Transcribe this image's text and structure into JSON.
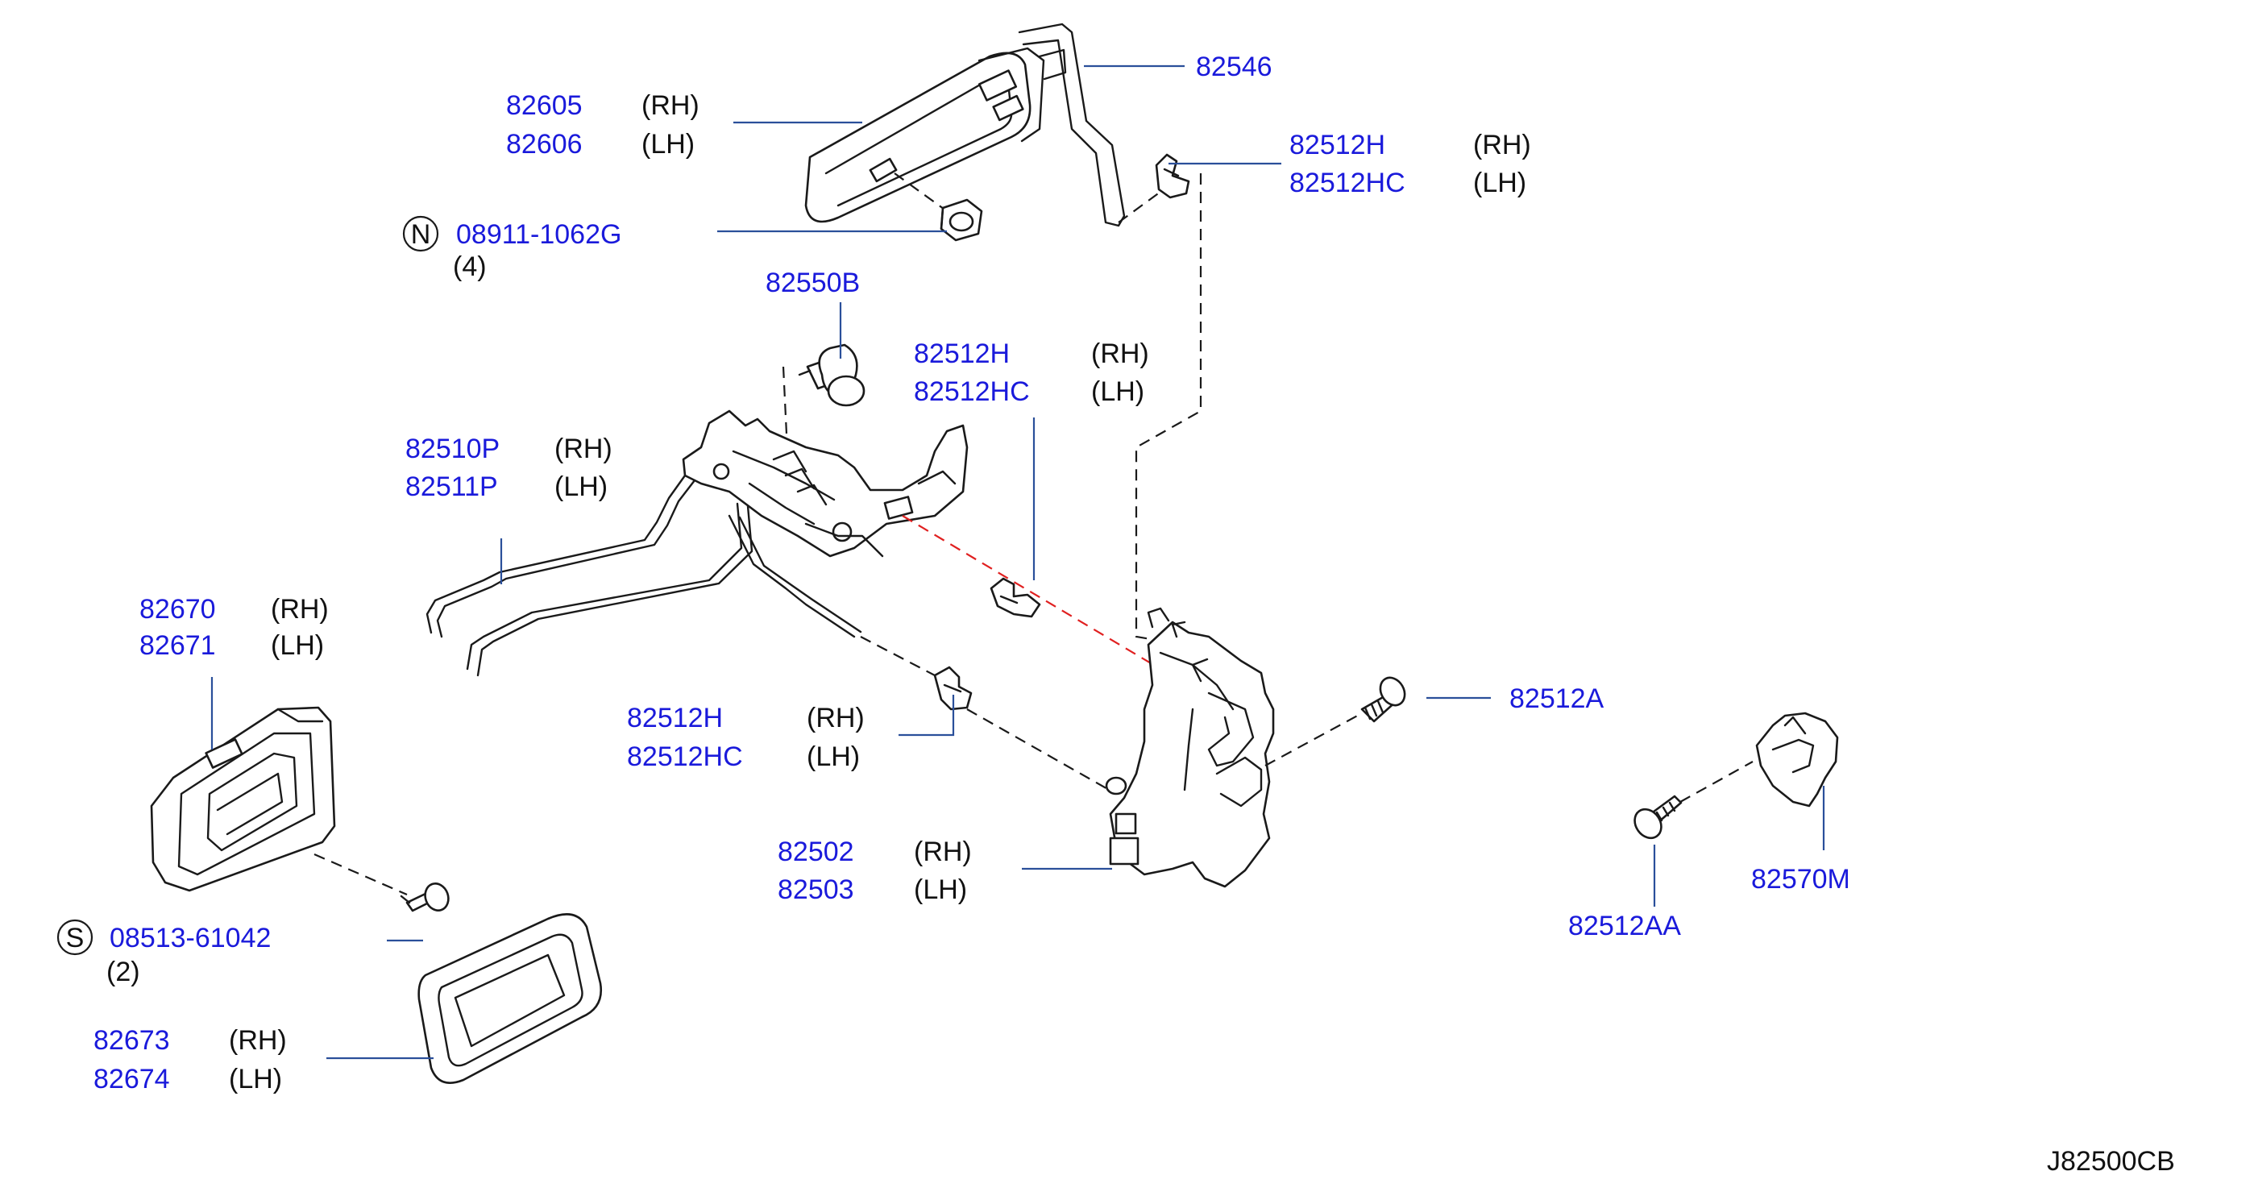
{
  "diagram_code": "J82500CB",
  "callouts": [
    {
      "lines": [
        {
          "pn": "82605",
          "side": "(RH)"
        },
        {
          "pn": "82606",
          "side": "(LH)"
        }
      ]
    },
    {
      "lines": [
        {
          "pn": "82546",
          "side": ""
        }
      ]
    },
    {
      "lines": [
        {
          "pn": "82512H",
          "side": "(RH)"
        },
        {
          "pn": "82512HC",
          "side": "(LH)"
        }
      ]
    },
    {
      "prefix": "N",
      "lines": [
        {
          "pn": "08911-1062G",
          "side": ""
        }
      ],
      "qty": "(4)"
    },
    {
      "lines": [
        {
          "pn": "82550B",
          "side": ""
        }
      ]
    },
    {
      "lines": [
        {
          "pn": "82512H",
          "side": "(RH)"
        },
        {
          "pn": "82512HC",
          "side": "(LH)"
        }
      ]
    },
    {
      "lines": [
        {
          "pn": "82510P",
          "side": "(RH)"
        },
        {
          "pn": "82511P",
          "side": "(LH)"
        }
      ]
    },
    {
      "lines": [
        {
          "pn": "82670",
          "side": "(RH)"
        },
        {
          "pn": "82671",
          "side": "(LH)"
        }
      ]
    },
    {
      "lines": [
        {
          "pn": "82512H",
          "side": "(RH)"
        },
        {
          "pn": "82512HC",
          "side": "(LH)"
        }
      ]
    },
    {
      "lines": [
        {
          "pn": "82512A",
          "side": ""
        }
      ]
    },
    {
      "lines": [
        {
          "pn": "82502",
          "side": "(RH)"
        },
        {
          "pn": "82503",
          "side": "(LH)"
        }
      ]
    },
    {
      "lines": [
        {
          "pn": "82570M",
          "side": ""
        }
      ]
    },
    {
      "lines": [
        {
          "pn": "82512AA",
          "side": ""
        }
      ]
    },
    {
      "prefix": "S",
      "lines": [
        {
          "pn": "08513-61042",
          "side": ""
        }
      ],
      "qty": "(2)"
    },
    {
      "lines": [
        {
          "pn": "82673",
          "side": "(RH)"
        },
        {
          "pn": "82674",
          "side": "(LH)"
        }
      ]
    }
  ]
}
